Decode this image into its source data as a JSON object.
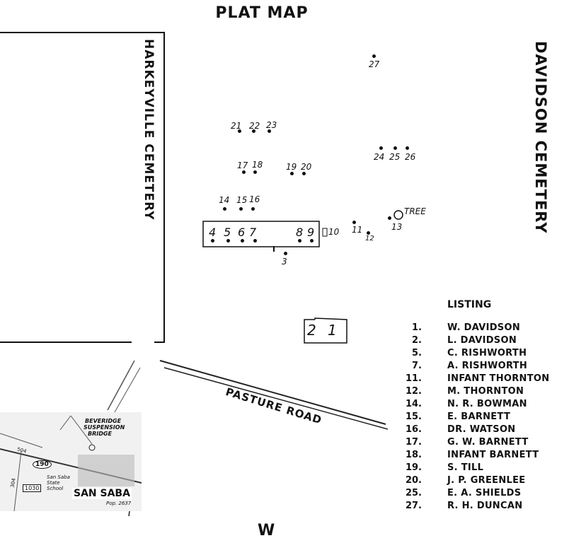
{
  "title": "PLAT MAP",
  "left_cemetery_label": "HARKEYVILLE CEMETERY",
  "right_cemetery_label": "DAVIDSON CEMETERY",
  "road_label": "PASTURE ROAD",
  "compass_label": "W",
  "tree_label": "TREE",
  "plot_numbers": [
    "27",
    "21",
    "22",
    "23",
    "24",
    "25",
    "26",
    "17",
    "18",
    "19",
    "20",
    "14",
    "15",
    "16",
    "4",
    "5",
    "6",
    "7",
    "8",
    "9",
    "10",
    "11",
    "12",
    "13",
    "3",
    "2",
    "1"
  ],
  "listing": {
    "heading": "LISTING",
    "entries": [
      {
        "num": "1.",
        "name": "W. DAVIDSON"
      },
      {
        "num": "2.",
        "name": "L. DAVIDSON"
      },
      {
        "num": "5.",
        "name": "C. RISHWORTH"
      },
      {
        "num": "7.",
        "name": "A. RISHWORTH"
      },
      {
        "num": "11.",
        "name": "INFANT THORNTON"
      },
      {
        "num": "12.",
        "name": "M. THORNTON"
      },
      {
        "num": "14.",
        "name": "N. R. BOWMAN"
      },
      {
        "num": "15.",
        "name": "E. BARNETT"
      },
      {
        "num": "16.",
        "name": "DR. WATSON"
      },
      {
        "num": "17.",
        "name": "G. W. BARNETT"
      },
      {
        "num": "18.",
        "name": "INFANT BARNETT"
      },
      {
        "num": "19.",
        "name": "S. TILL"
      },
      {
        "num": "20.",
        "name": "J. P. GREENLEE"
      },
      {
        "num": "25.",
        "name": "E. A. SHIELDS"
      },
      {
        "num": "27.",
        "name": "R. H. DUNCAN"
      }
    ]
  },
  "inset_map": {
    "city": "SAN SABA",
    "bridge_label_line1": "BEVERIDGE",
    "bridge_label_line2": "SUSPENSION",
    "bridge_label_line3": "BRIDGE",
    "highway_190": "190",
    "highway_1030": "1030",
    "road_504": "504",
    "road_304": "304",
    "school_label": "San Saba State School",
    "pop_label": "Pop. 2637"
  }
}
